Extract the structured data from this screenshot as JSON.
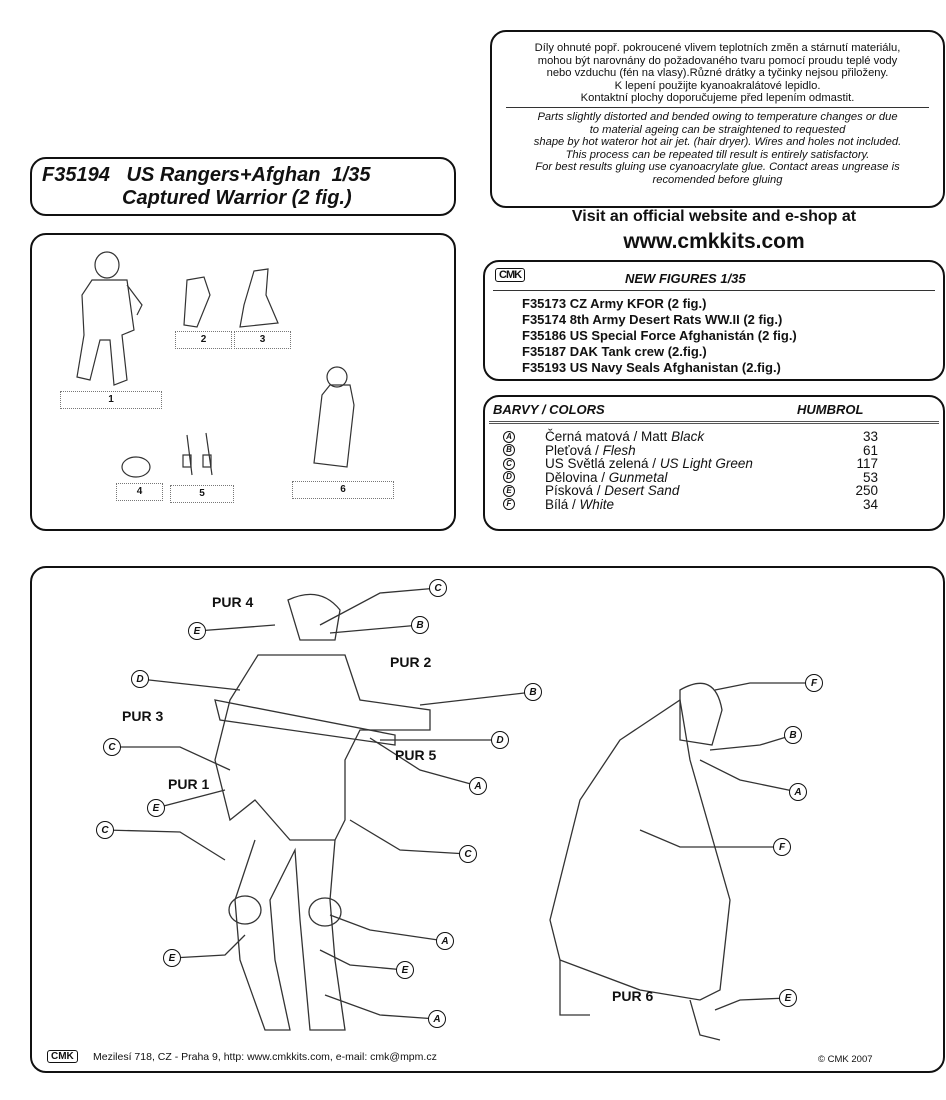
{
  "title": {
    "line1": "F35194   US Rangers+Afghan  1/35",
    "line2": "Captured Warrior (2 fig.)"
  },
  "notes": {
    "czech": [
      "Díly ohnuté popř. pokroucené vlivem teplotních změn a stárnutí materiálu,",
      "mohou být narovnány do požadovaného tvaru pomocí proudu teplé vody",
      "nebo vzduchu (fén na vlasy).Různé drátky a tyčinky nejsou přiloženy.",
      "K lepení použijte kyanoakralátové lepidlo.",
      "Kontaktní plochy doporučujeme před lepením odmastit."
    ],
    "english": [
      "Parts slightly distorted and bended owing to temperature changes or due",
      "to material ageing can be straightened to requested",
      "shape by hot wateror hot  air jet.  (hair dryer). Wires and holes not included.",
      "This process can be repeated till result is entirely satisfactory.",
      "For best results gluing use cyanoacrylate glue. Contact areas ungrease is",
      "recomended before gluing"
    ]
  },
  "visit": {
    "text": "Visit an official website and e-shop at",
    "url": "www.cmkkits.com"
  },
  "new_figures": {
    "logo": "CMK",
    "header": "NEW FIGURES  1/35",
    "items": [
      "F35173 CZ Army KFOR (2 fig.)",
      "F35174 8th Army Desert Rats WW.II (2 fig.)",
      "F35186 US Special Force Afghanistán (2 fig.)",
      "F35187 DAK Tank crew (2.fig.)",
      "F35193 US Navy Seals Afghanistan (2.fig.)"
    ]
  },
  "colors": {
    "header_left": "BARVY / COLORS",
    "header_right": "HUMBROL",
    "items": [
      {
        "letter": "A",
        "czech": "Černá matová / Matt ",
        "english": "Black",
        "humbrol": "33"
      },
      {
        "letter": "B",
        "czech": "Pleťová / ",
        "english": "Flesh",
        "humbrol": "61"
      },
      {
        "letter": "C",
        "czech": "US Světlá zelená / ",
        "english": "US Light Green",
        "humbrol": "117"
      },
      {
        "letter": "D",
        "czech": "Dělovina / ",
        "english": "Gunmetal",
        "humbrol": "53"
      },
      {
        "letter": "E",
        "czech": "Písková / ",
        "english": "Desert Sand",
        "humbrol": "250"
      },
      {
        "letter": "F",
        "czech": "Bílá / ",
        "english": "White",
        "humbrol": "34"
      }
    ]
  },
  "parts": [
    "1",
    "2",
    "3",
    "4",
    "5",
    "6"
  ],
  "pur_labels": [
    "PUR 4",
    "PUR 2",
    "PUR 3",
    "PUR 5",
    "PUR 1",
    "PUR 6"
  ],
  "callouts": [
    "C",
    "E",
    "B",
    "D",
    "B",
    "C",
    "D",
    "A",
    "E",
    "C",
    "C",
    "A",
    "E",
    "E",
    "A",
    "F",
    "B",
    "A",
    "F",
    "E"
  ],
  "footer": {
    "logo": "CMK",
    "address": "Mezilesí 718, CZ - Praha 9,  http: www.cmkkits.com, e-mail: cmk@mpm.cz",
    "copyright": "© CMK 2007"
  }
}
